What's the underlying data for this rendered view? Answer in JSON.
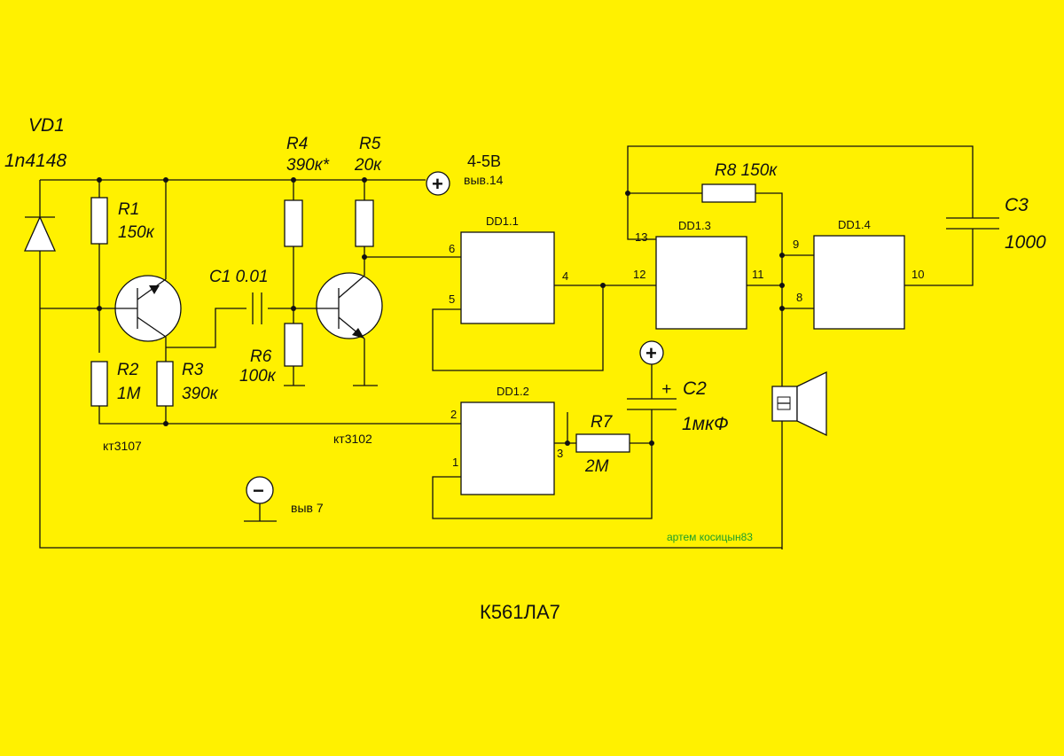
{
  "diagram": {
    "colors": {
      "background": "#fff100",
      "wire": "#111111",
      "author": "#1c9e2a"
    },
    "labels": {
      "vd1_name": "VD1",
      "vd1_value": "1n4148",
      "r1_name": "R1",
      "r1_value": "150к",
      "r2_name": "R2",
      "r2_value": "1M",
      "r3_name": "R3",
      "r3_value": "390к",
      "r4_name": "R4",
      "r4_value": "390к*",
      "r5_name": "R5",
      "r5_value": "20к",
      "r6_name": "R6",
      "r6_value": "100к",
      "c1": "C1 0.01",
      "r7_name": "R7",
      "r7_value": "2M",
      "r8": "R8 150к",
      "c2_name": "C2",
      "c2_value": "1мкФ",
      "c2_plus": "+",
      "c3_name": "C3",
      "c3_value": "1000",
      "supply_voltage": "4-5В",
      "supply_pin": "выв.14",
      "ground_pin": "выв 7",
      "plus_sign": "+",
      "minus_sign": "−",
      "q1_type": "кт3107",
      "q2_type": "кт3102",
      "dd1_1": "DD1.1",
      "dd1_2": "DD1.2",
      "dd1_3": "DD1.3",
      "dd1_4": "DD1.4",
      "author": "артем косицын83",
      "ic_title": "К561ЛА7"
    },
    "pins": {
      "p6": "6",
      "p5": "5",
      "p4": "4",
      "p2": "2",
      "p1": "1",
      "p3": "3",
      "p13": "13",
      "p12": "12",
      "p11": "11",
      "p9": "9",
      "p8": "8",
      "p10": "10"
    }
  }
}
